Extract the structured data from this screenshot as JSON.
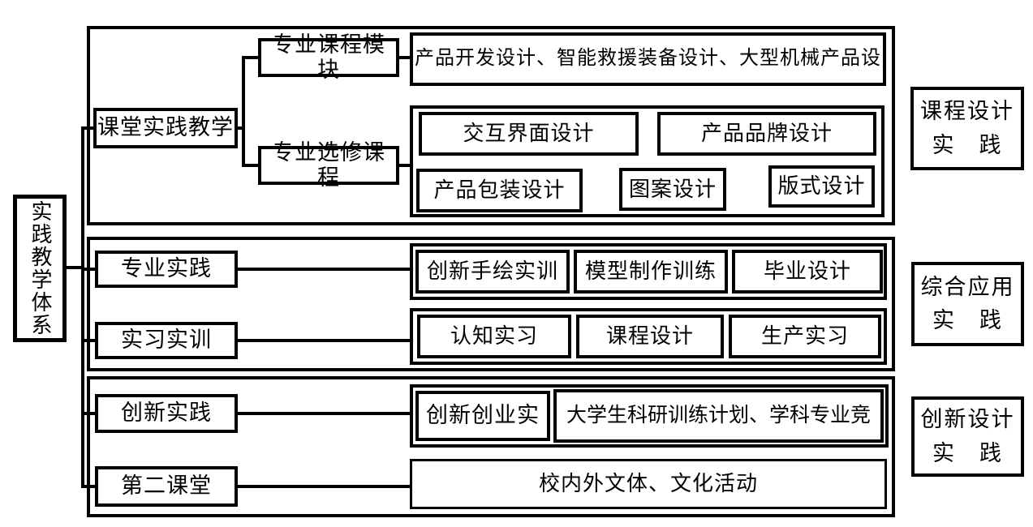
{
  "root": {
    "label": "实践教学体系"
  },
  "top": {
    "branch": "课堂实践教学",
    "module_label": "专业课程模块",
    "module_content": "产品开发设计、智能救援装备设计、大型机械产品设",
    "elective_label": "专业选修课程",
    "courses": [
      "交互界面设计",
      "产品品牌设计",
      "产品包装设计",
      "图案设计",
      "版式设计"
    ],
    "side": {
      "l1": "课程设计",
      "l2": "实　践"
    }
  },
  "middle": {
    "row1": {
      "label": "专业实践",
      "items": [
        "创新手绘实训",
        "模型制作训练",
        "毕业设计"
      ]
    },
    "row2": {
      "label": "实习实训",
      "items": [
        "认知实习",
        "课程设计",
        "生产实习"
      ]
    },
    "side": {
      "l1": "综合应用",
      "l2": "实　践"
    }
  },
  "bottom": {
    "row1": {
      "label": "创新实践",
      "items": [
        "创新创业实",
        "大学生科研训练计划、学科专业竞"
      ]
    },
    "row2": {
      "label": "第二课堂",
      "items": [
        "校内外文体、文化活动"
      ]
    },
    "side": {
      "l1": "创新设计",
      "l2": "实　践"
    }
  },
  "colors": {
    "line": "#000000",
    "background": "#ffffff",
    "text": "#000000"
  }
}
